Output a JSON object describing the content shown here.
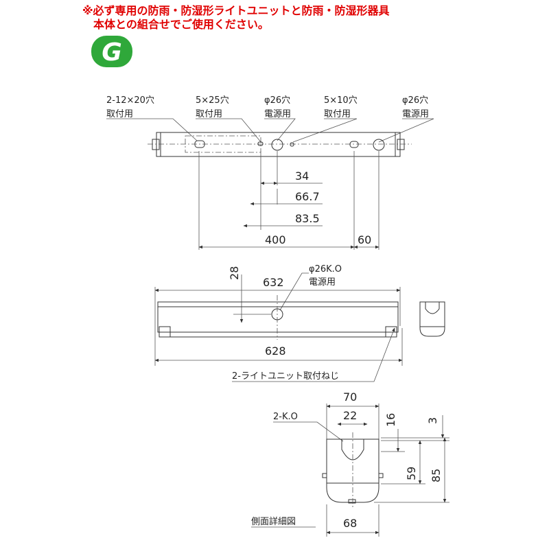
{
  "notice": {
    "line1": "※必ず専用の防雨・防湿形ライトユニットと防雨・防湿形器具",
    "line2": "本体との組合せでご使用ください。"
  },
  "badge": {
    "letter": "G",
    "color": "#2fa83a"
  },
  "top_view": {
    "hole_a": {
      "spec": "2-12×20穴",
      "use": "取付用"
    },
    "hole_b": {
      "spec": "5×25穴",
      "use": "取付用"
    },
    "hole_c": {
      "spec": "φ26穴",
      "use": "電源用"
    },
    "hole_d": {
      "spec": "5×10穴",
      "use": "取付用"
    },
    "hole_e": {
      "spec": "φ26穴",
      "use": "電源用"
    },
    "dims": {
      "d34": "34",
      "d667": "66.7",
      "d835": "83.5",
      "d400": "400",
      "d60": "60"
    }
  },
  "front_view": {
    "hole": {
      "spec": "φ26K.O",
      "use": "電源用"
    },
    "dims": {
      "d28": "28",
      "d632": "632",
      "d628": "628"
    },
    "screw_label": "2-ライトユニット取付ねじ"
  },
  "side_view": {
    "ko_label": "2-K.O",
    "dims": {
      "d70": "70",
      "d22": "22",
      "d16": "16",
      "d3": "3",
      "d59": "59",
      "d85": "85",
      "d68": "68"
    },
    "caption": "側面詳細図"
  }
}
